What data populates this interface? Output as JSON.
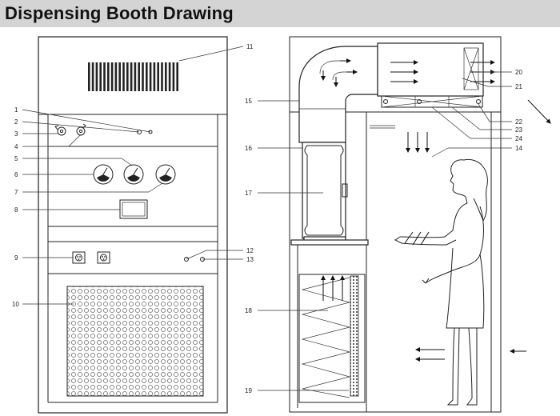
{
  "title": "Dispensing Booth Drawing",
  "callouts": {
    "c1": "1",
    "c2": "2",
    "c3": "3",
    "c4": "4",
    "c5": "5",
    "c6": "6",
    "c7": "7",
    "c8": "8",
    "c9": "9",
    "c10": "10",
    "c11": "11",
    "c12": "12",
    "c13": "13",
    "c14": "14",
    "c15": "15",
    "c16": "16",
    "c17": "17",
    "c18": "18",
    "c19": "19",
    "c20": "20",
    "c21": "21",
    "c22": "22",
    "c23": "23",
    "c24": "24"
  },
  "colors": {
    "line": "#222222",
    "header_bg": "#d4d4d4",
    "background": "#ffffff"
  }
}
